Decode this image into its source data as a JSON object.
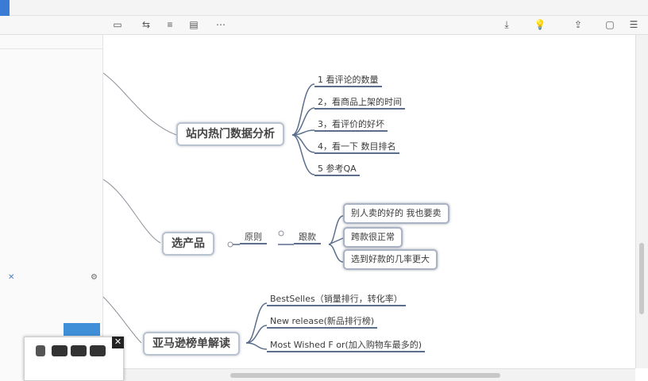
{
  "mindmap": {
    "topic1": {
      "label": "站内热门数据分析",
      "children": [
        "1 看评论的数量",
        "2，看商品上架的时间",
        "3，看评价的好坏",
        "4，看一下 数目排名",
        "5 参考QA"
      ]
    },
    "topic2": {
      "label": "选产品",
      "connectors": [
        "原则",
        "跟款"
      ],
      "children": [
        "别人卖的好的 我也要卖",
        "跨款很正常",
        "选到好款的几率更大"
      ]
    },
    "topic3": {
      "label": "亚马逊榜单解读",
      "children": [
        "BestSelles（销量排行，转化率）",
        "New release(新品排行榜)",
        "Most  Wished   F or(加入购物车最多的)"
      ]
    }
  },
  "icons": {
    "left_panel_gear": "gear-icon",
    "left_panel_close": "close-icon",
    "recorder_close": "close-icon"
  },
  "colors": {
    "branch_line": "#5b6f8d",
    "node_border": "#b9c3d0",
    "recorder_tab": "#3f8fd8"
  }
}
